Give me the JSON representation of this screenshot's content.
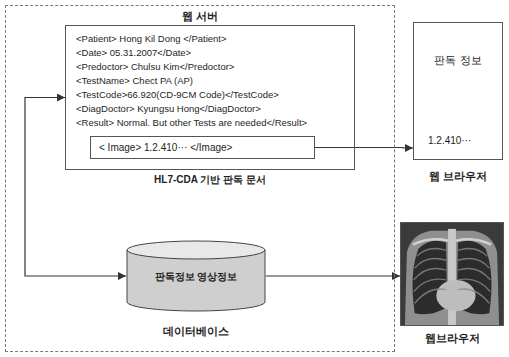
{
  "diagram": {
    "nodes": [
      {
        "text": [
          "웹 서버"
        ]
      },
      {
        "text": [
          "<Patient> Hong Kil Dong </Patient>",
          "<Date> 05.31.2007</Date>",
          "<Predoctor> Chulsu Kim</Predoctor>",
          "<TestName> Chect PA (AP)",
          "<TestCode>66.920(CD-9CM Code)</TestCode>",
          "<DiagDoctor> Kyungsu Hong</DiagDoctor>",
          "<Result> Normal. But other Tests are needed</Result>",
          "HL7-CDA 기반 판독 문서"
        ],
        "in": 0
      },
      {
        "text": [
          "< Image> 1.2.410··· </Image>"
        ],
        "in": 1
      },
      {
        "text": [
          "판독정보 영상정보",
          "데이터베이스"
        ],
        "in": 0
      },
      {
        "text": [
          "판독 정보",
          "1.2.410···",
          "웹 브라우저"
        ]
      },
      {
        "text": [
          "웹브라우저"
        ]
      }
    ],
    "edges": [
      {
        "from": 3,
        "to": 1,
        "arrow": "both"
      },
      {
        "from": 2,
        "to": 4,
        "arrow": "to"
      },
      {
        "from": 3,
        "to": 5,
        "arrow": "to"
      }
    ]
  }
}
